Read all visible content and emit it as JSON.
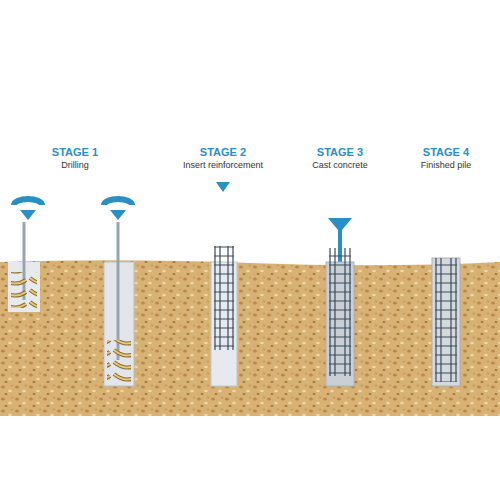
{
  "diagram": {
    "labels": [
      "STAGE 1",
      "Drilling",
      "STAGE 2",
      "Insert reinforcement",
      "STAGE 3",
      "Cast concrete",
      "STAGE 4",
      "Finished pile"
    ]
  }
}
